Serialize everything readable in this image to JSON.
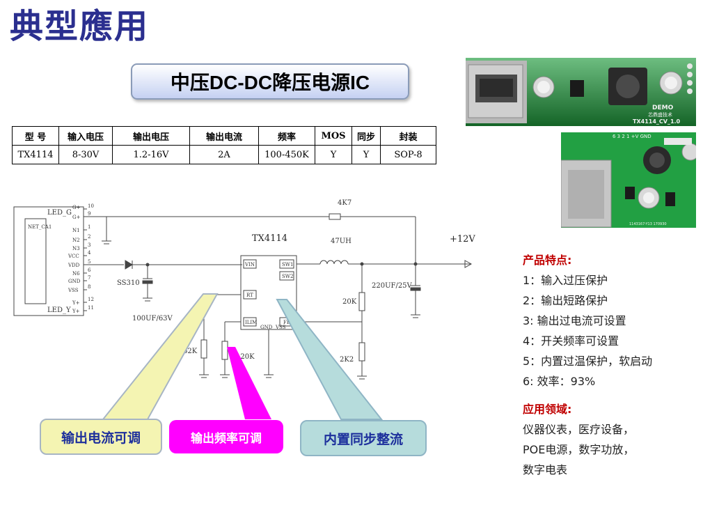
{
  "title": "典型應用",
  "subtitle": "中压DC-DC降压电源IC",
  "table": {
    "headers": [
      "型 号",
      "输入电压",
      "输出电压",
      "输出电流",
      "频率",
      "MOS",
      "同步",
      "封装"
    ],
    "row": [
      "TX4114",
      "8-30V",
      "1.2-16V",
      "2A",
      "100-450K",
      "Y",
      "Y",
      "SOP-8"
    ]
  },
  "schematic": {
    "chip": "TX4114",
    "connector": "NET_CA1",
    "led_g": "LED_G",
    "led_y": "LED_Y",
    "resistor_top": "4K7",
    "inductor": "47UH",
    "output_voltage": "+12V",
    "diode": "SS310",
    "cap_in": "100UF/63V",
    "cap_out": "220UF/25V",
    "r_fb_top": "20K",
    "r_fb_bottom": "2K2",
    "r_limit": "62K",
    "r_freq": "120K",
    "pins": {
      "vin": "VIN",
      "rt": "RT",
      "ilim": "ILIM",
      "gnd": "GND",
      "vss": "VSS",
      "sw1": "SW1",
      "sw2": "SW2",
      "fb": "FB"
    },
    "conn_pins": [
      "G+",
      "G+",
      "N1",
      "N2",
      "N3",
      "VCC",
      "VDD",
      "N6",
      "GND",
      "VSS",
      "Y+",
      "Y+"
    ],
    "conn_numbers": [
      "10",
      "9",
      "1",
      "2",
      "3",
      "4",
      "5",
      "6",
      "7",
      "8",
      "12",
      "11"
    ]
  },
  "photo": {
    "board_label_1": "DEMO",
    "board_label_2": "芯鼎盛技术",
    "board_label_3": "TX4114_CV_1.0",
    "board2_pins": "6 3 2 1 +V GND",
    "board2_code": "1143167-Y13 170930"
  },
  "features": {
    "heading": "产品特点:",
    "items": [
      "1：输入过压保护",
      "2：输出短路保护",
      "3:  输出过电流可设置",
      "4：开关频率可设置",
      "5：内置过温保护，软启动",
      "6:  效率：93%"
    ]
  },
  "applications": {
    "heading": "应用领域:",
    "lines": [
      "仪器仪表，医疗设备，",
      "POE电源，数字功放，",
      "数字电表"
    ]
  },
  "callouts": {
    "current": "输出电流可调",
    "frequency": "输出频率可调",
    "rectifier": "内置同步整流"
  },
  "colors": {
    "title": "#2b2f8f",
    "callout_current": "#f4f4b2",
    "callout_frequency": "#ff00ff",
    "callout_rectifier": "#b6dcdc",
    "pcb_green": "#1f9a3c"
  }
}
